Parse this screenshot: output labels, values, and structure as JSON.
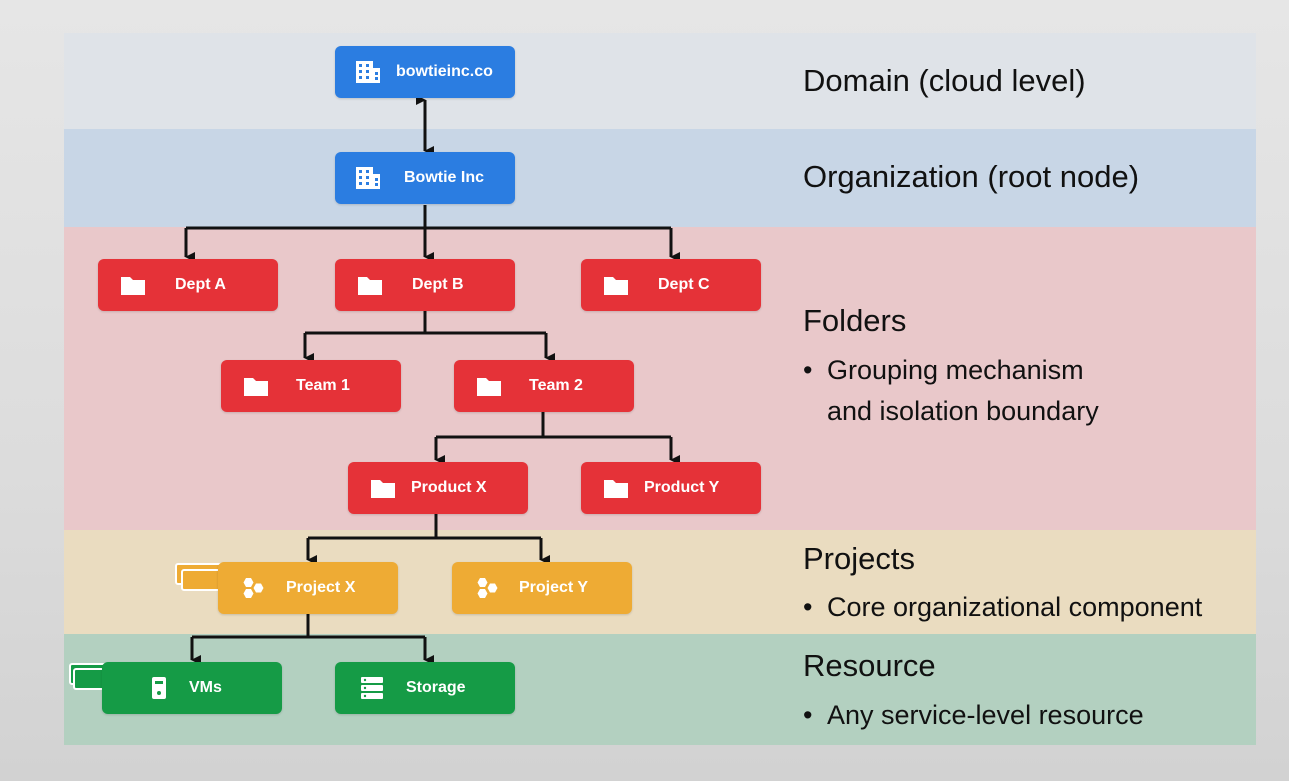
{
  "diagram": {
    "nodes": {
      "domain": "bowtieinc.co",
      "org": "Bowtie Inc",
      "dept_a": "Dept A",
      "dept_b": "Dept B",
      "dept_c": "Dept C",
      "team_1": "Team 1",
      "team_2": "Team 2",
      "product_x": "Product X",
      "product_y": "Product Y",
      "project_x": "Project X",
      "project_y": "Project Y",
      "vms": "VMs",
      "storage": "Storage"
    },
    "icons": {
      "domain": "building-icon",
      "org": "building-icon",
      "folder": "folder-icon",
      "project": "hexagon-cluster-icon",
      "vms": "server-icon",
      "storage": "storage-icon"
    },
    "colors": {
      "domain_node": "#2b7de1",
      "folder_node": "#e53238",
      "project_node": "#eeab34",
      "resource_node": "#159b46",
      "band_domain": "#dfe3e8",
      "band_org": "#c8d6e6",
      "band_folders": "#e9c8ca",
      "band_projects": "#eadcc0",
      "band_resource": "#b3d0c0"
    }
  },
  "sidebar": {
    "domain_title": "Domain (cloud level)",
    "org_title": "Organization (root node)",
    "folders_title": "Folders",
    "folders_bullet_1": "Grouping mechanism",
    "folders_bullet_2": "and isolation boundary",
    "projects_title": "Projects",
    "projects_bullet": "Core organizational component",
    "resource_title": "Resource",
    "resource_bullet": "Any service-level resource",
    "bullet_char": "•"
  }
}
